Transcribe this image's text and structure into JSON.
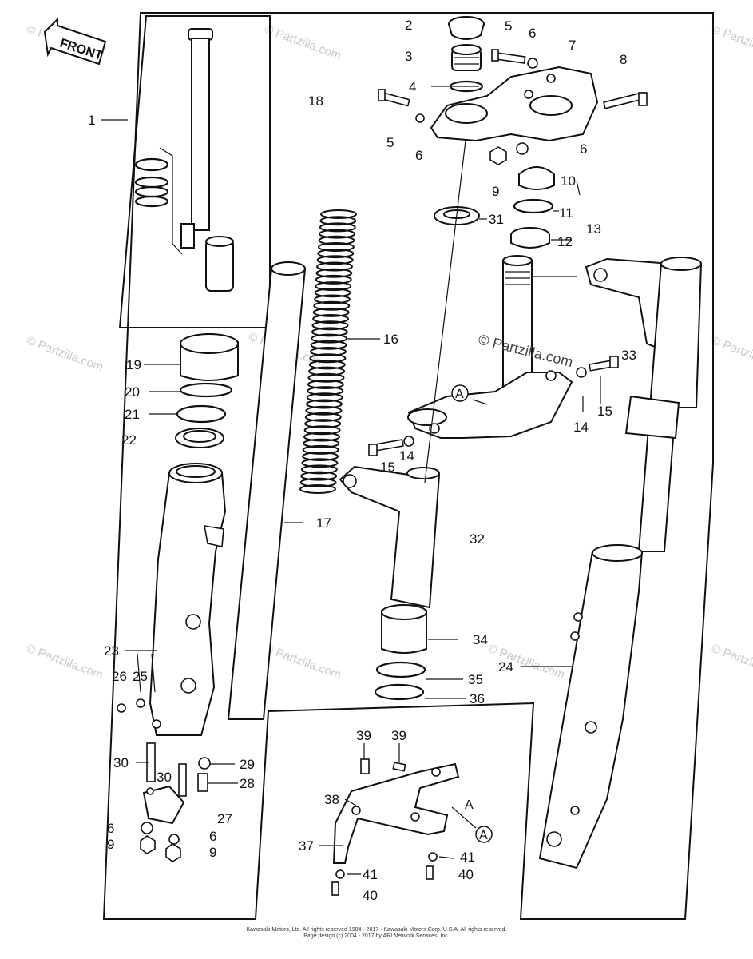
{
  "diagram": {
    "front_badge": "FRONT",
    "watermark": "© Partzilla.com",
    "watermark_center": "© Partzilla.com",
    "callouts": [
      {
        "id": "c1",
        "text": "1"
      },
      {
        "id": "c2",
        "text": "2"
      },
      {
        "id": "c3",
        "text": "3"
      },
      {
        "id": "c4",
        "text": "4"
      },
      {
        "id": "c5a",
        "text": "5"
      },
      {
        "id": "c5b",
        "text": "5"
      },
      {
        "id": "c6a",
        "text": "6"
      },
      {
        "id": "c6b",
        "text": "6"
      },
      {
        "id": "c6c",
        "text": "6"
      },
      {
        "id": "c6d",
        "text": "6"
      },
      {
        "id": "c6e",
        "text": "6"
      },
      {
        "id": "c7",
        "text": "7"
      },
      {
        "id": "c8",
        "text": "8"
      },
      {
        "id": "c9a",
        "text": "9"
      },
      {
        "id": "c9b",
        "text": "9"
      },
      {
        "id": "c9c",
        "text": "9"
      },
      {
        "id": "c10",
        "text": "10"
      },
      {
        "id": "c11",
        "text": "11"
      },
      {
        "id": "c12",
        "text": "12"
      },
      {
        "id": "c13",
        "text": "13"
      },
      {
        "id": "c14a",
        "text": "14"
      },
      {
        "id": "c14b",
        "text": "14"
      },
      {
        "id": "c15a",
        "text": "15"
      },
      {
        "id": "c15b",
        "text": "15"
      },
      {
        "id": "c16",
        "text": "16"
      },
      {
        "id": "c17",
        "text": "17"
      },
      {
        "id": "c18",
        "text": "18"
      },
      {
        "id": "c19",
        "text": "19"
      },
      {
        "id": "c20",
        "text": "20"
      },
      {
        "id": "c21",
        "text": "21"
      },
      {
        "id": "c22",
        "text": "22"
      },
      {
        "id": "c23",
        "text": "23"
      },
      {
        "id": "c24",
        "text": "24"
      },
      {
        "id": "c25",
        "text": "25"
      },
      {
        "id": "c26",
        "text": "26"
      },
      {
        "id": "c27",
        "text": "27"
      },
      {
        "id": "c28",
        "text": "28"
      },
      {
        "id": "c29",
        "text": "29"
      },
      {
        "id": "c30a",
        "text": "30"
      },
      {
        "id": "c30b",
        "text": "30"
      },
      {
        "id": "c31",
        "text": "31"
      },
      {
        "id": "c32",
        "text": "32"
      },
      {
        "id": "c33",
        "text": "33"
      },
      {
        "id": "c34",
        "text": "34"
      },
      {
        "id": "c35",
        "text": "35"
      },
      {
        "id": "c36",
        "text": "36"
      },
      {
        "id": "c37",
        "text": "37"
      },
      {
        "id": "c38",
        "text": "38"
      },
      {
        "id": "c39a",
        "text": "39"
      },
      {
        "id": "c39b",
        "text": "39"
      },
      {
        "id": "c40a",
        "text": "40"
      },
      {
        "id": "c40b",
        "text": "40"
      },
      {
        "id": "c41a",
        "text": "41"
      },
      {
        "id": "c41b",
        "text": "41"
      }
    ],
    "ref_marks": [
      {
        "id": "refA1",
        "text": "A"
      },
      {
        "id": "refA2",
        "text": "A"
      },
      {
        "id": "refA3",
        "text": "A"
      }
    ],
    "footer": {
      "line1": "Kawasaki Motors, Ltd. All rights reserved 1984 · 2017 · Kawasaki Motors Corp. U.S.A. All rights reserved.",
      "line2": "Page design (c) 2004 - 2017 by ARI Network Services, Inc."
    }
  }
}
